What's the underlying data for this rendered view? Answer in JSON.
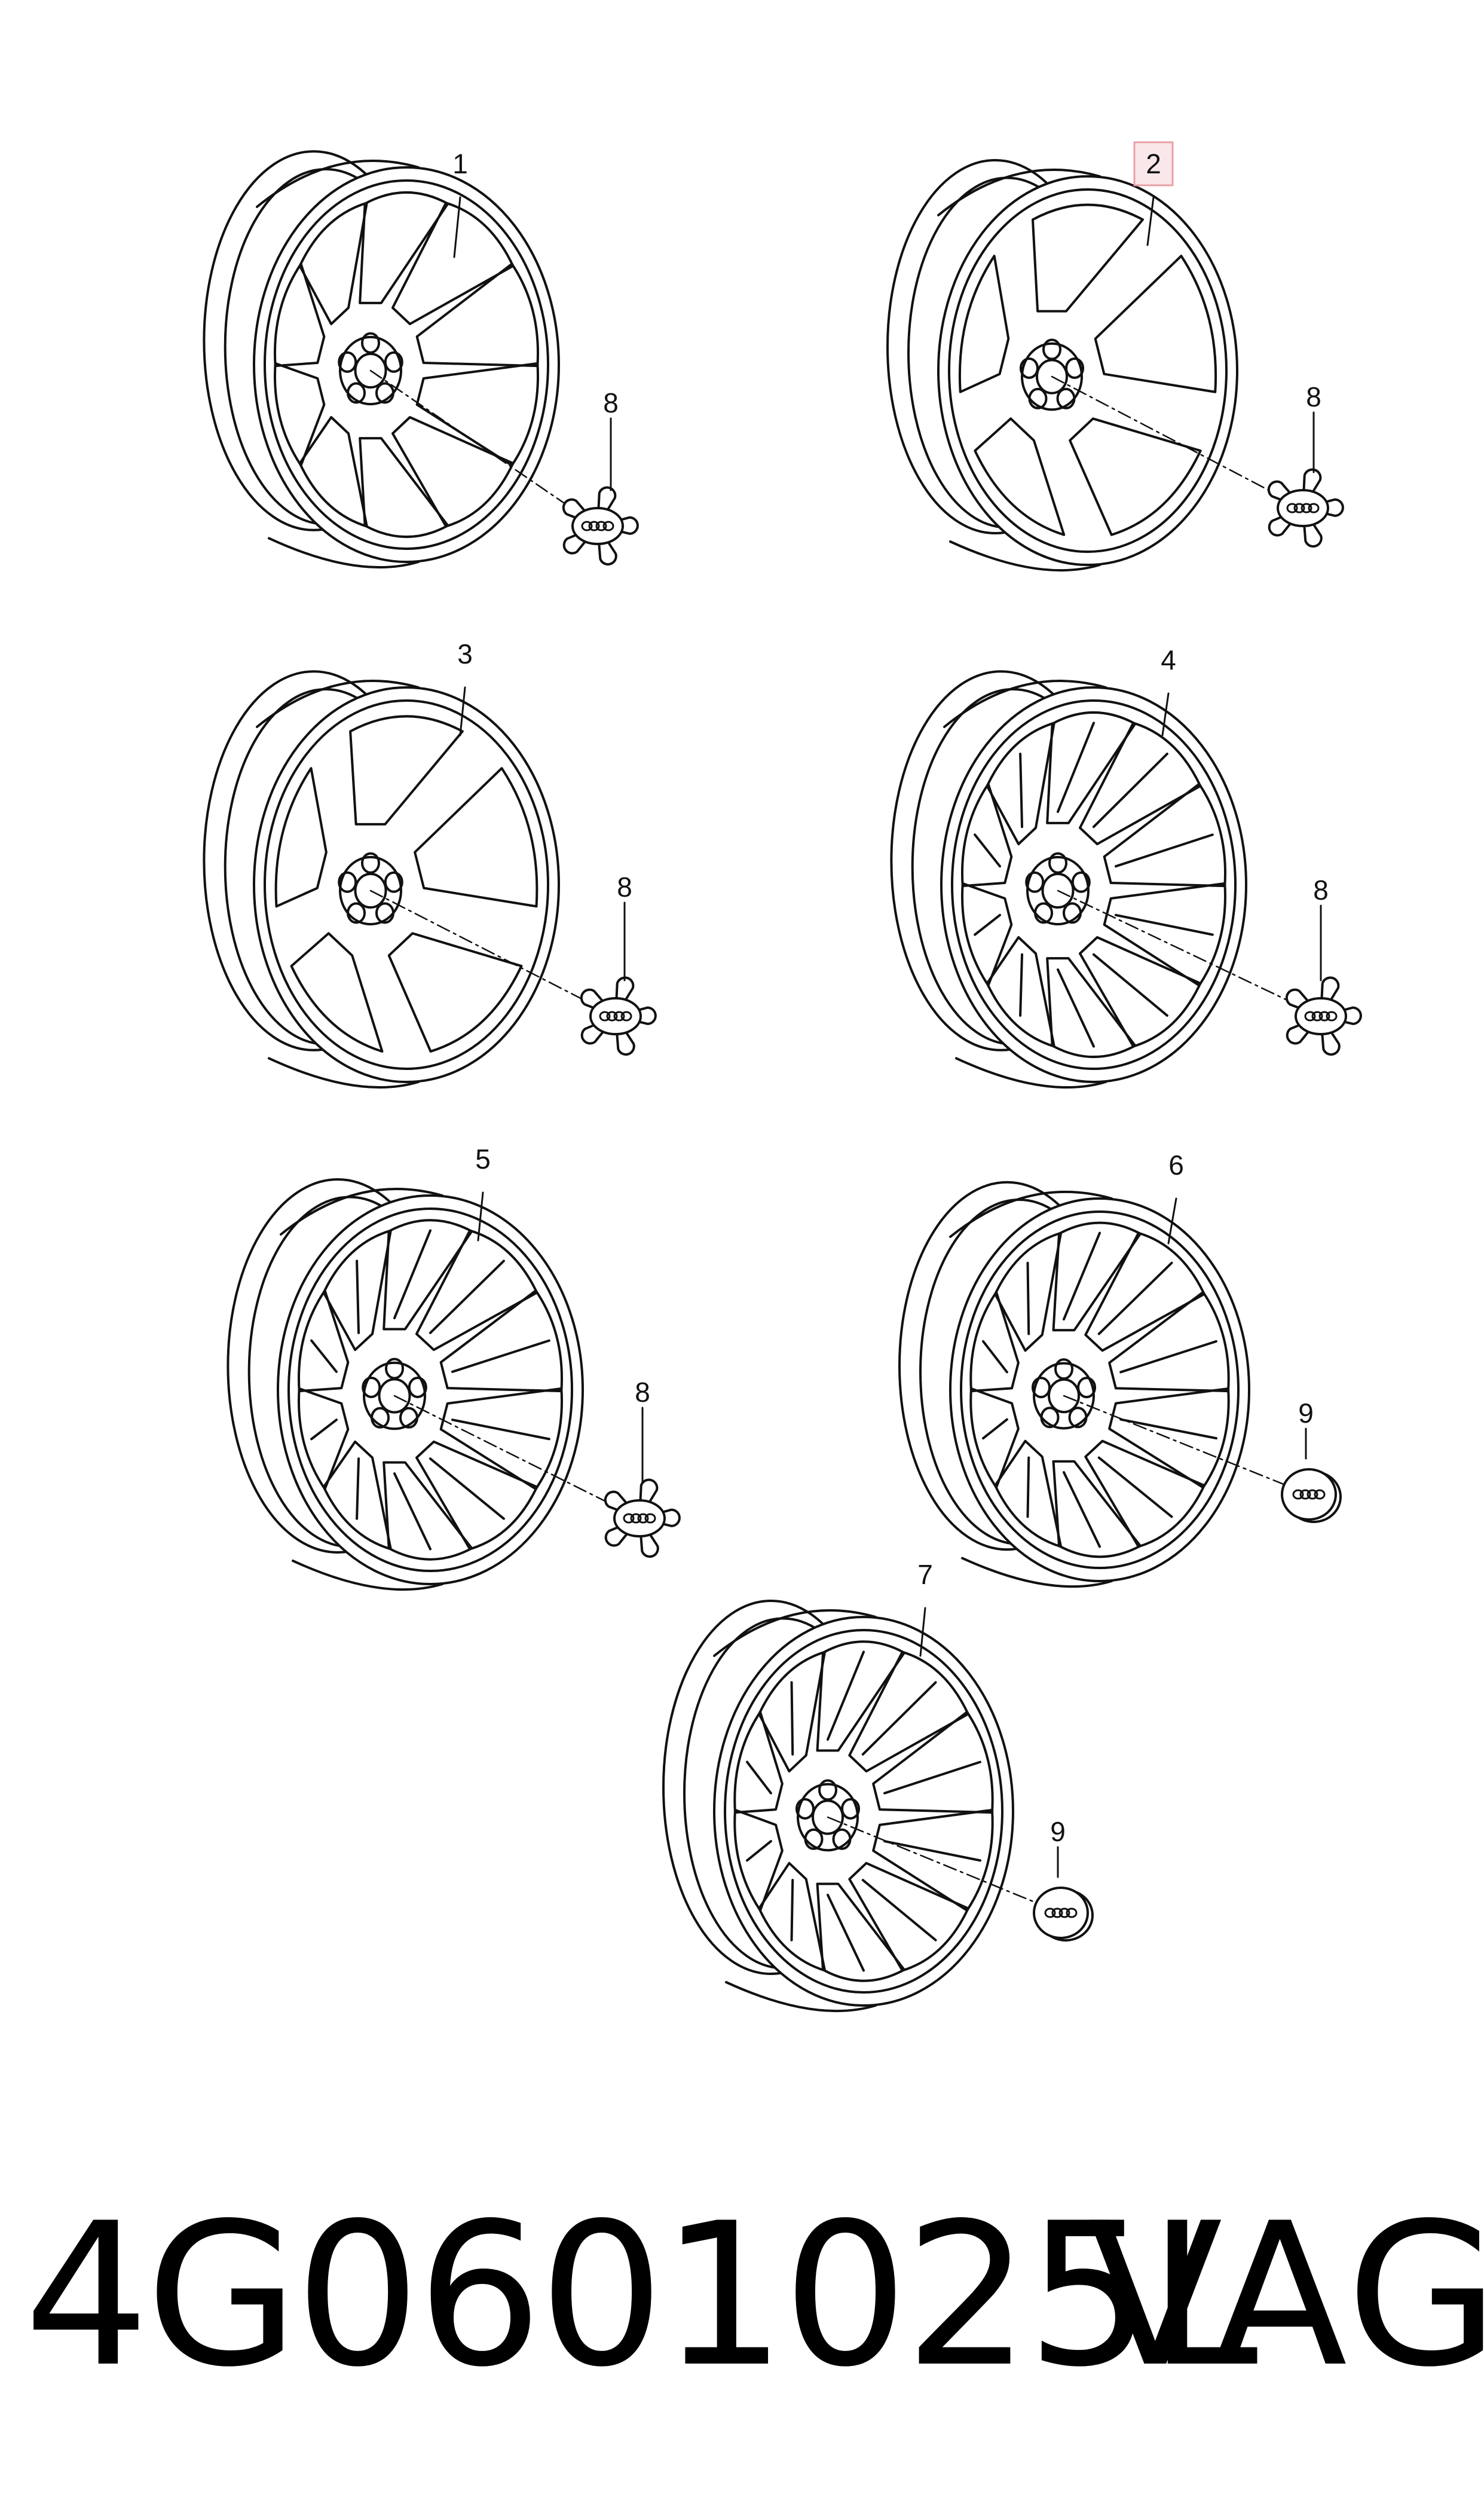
{
  "diagram": {
    "wheels": [
      {
        "callout": "1",
        "cap_callout": "8",
        "spokes": 10,
        "style": "split-window"
      },
      {
        "callout": "2",
        "cap_callout": "8",
        "spokes": 5,
        "style": "window",
        "highlighted": true
      },
      {
        "callout": "3",
        "cap_callout": "8",
        "spokes": 5,
        "style": "window"
      },
      {
        "callout": "4",
        "cap_callout": "8",
        "spokes": 10,
        "style": "double"
      },
      {
        "callout": "5",
        "cap_callout": "8",
        "spokes": 10,
        "style": "double-window"
      },
      {
        "callout": "6",
        "cap_callout": "9",
        "spokes": 10,
        "style": "twin"
      },
      {
        "callout": "7",
        "cap_callout": "9",
        "spokes": 10,
        "style": "twin"
      }
    ],
    "cap_types": {
      "8": "star-center-cap-with-rings-logo",
      "9": "round-center-cap-with-rings-logo"
    },
    "highlight_color": "#e8a0a8",
    "line_color": "#111111"
  },
  "footer": {
    "part_number": "4G0601025L",
    "brand": "VAG"
  }
}
